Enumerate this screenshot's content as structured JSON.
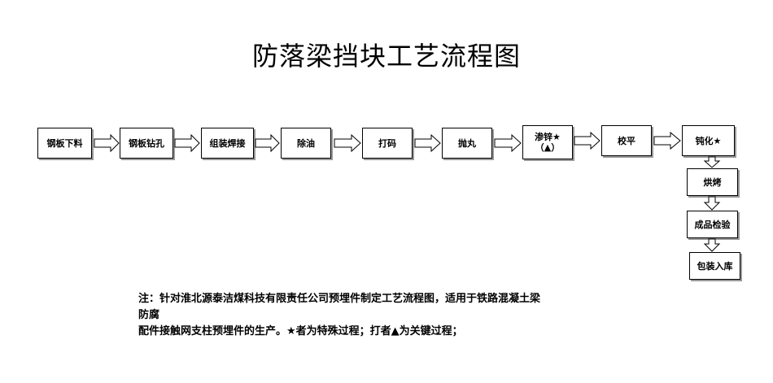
{
  "title": "防落梁挡块工艺流程图",
  "steps": [
    {
      "label": "钢板下料"
    },
    {
      "label": "钢板钻孔"
    },
    {
      "label": "组装焊接"
    },
    {
      "label": "除油"
    },
    {
      "label": "打码"
    },
    {
      "label": "抛丸"
    },
    {
      "label": "渗锌★",
      "label2": "（▲）"
    },
    {
      "label": "校平"
    },
    {
      "label": "钝化★"
    },
    {
      "label": "烘烤"
    },
    {
      "label": "成品检验"
    },
    {
      "label": "包装入库"
    }
  ],
  "note": {
    "line1": "注：针对淮北源泰洁煤科技有限责任公司预埋件制定工艺流程图，适用于铁路混凝土梁",
    "line2": "防腐",
    "line3": "配件接触网支柱预埋件的生产。★者为特殊过程；打者▲为关键过程；"
  }
}
